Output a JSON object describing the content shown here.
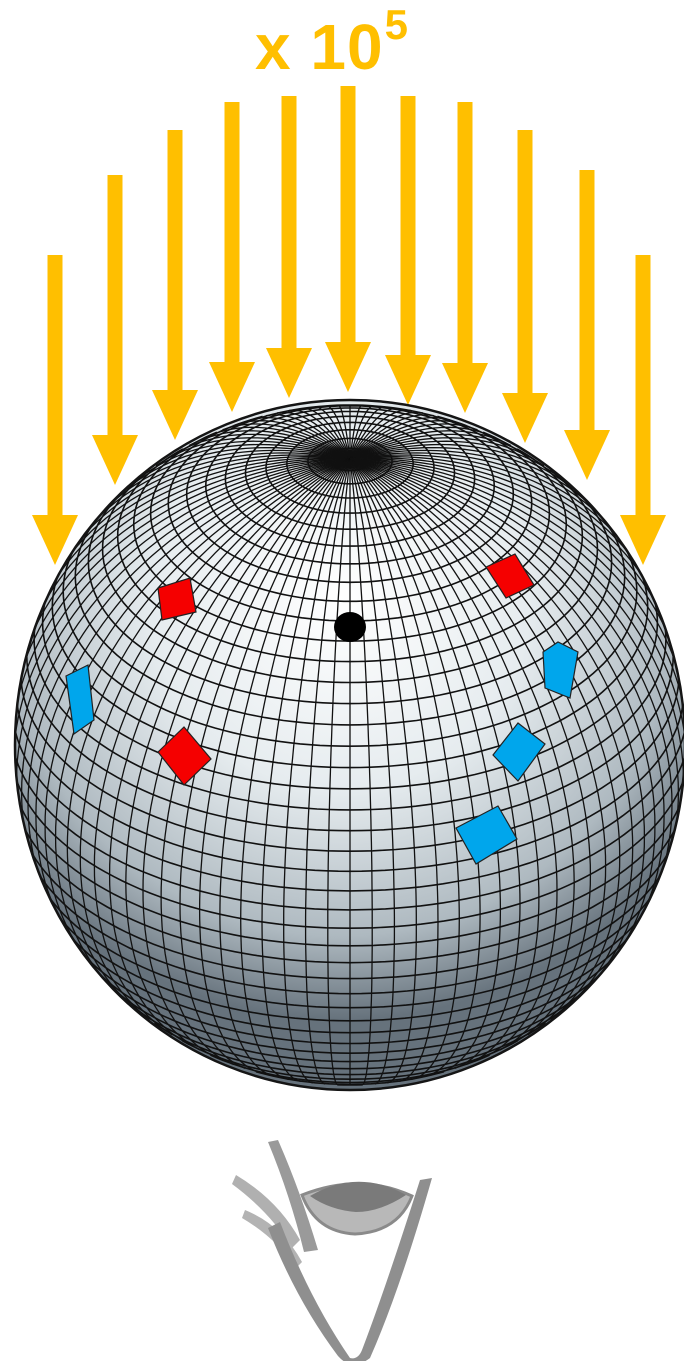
{
  "figure": {
    "multiplier": {
      "text": "x 10",
      "exponent": "5"
    },
    "arrow_count": 11,
    "marked_patches": {
      "red": 3,
      "blue": 4
    },
    "colors": {
      "arrow": "#FFBF00",
      "red_patch": "#F50000",
      "blue_patch": "#00A6EC",
      "grid_line": "#111111",
      "sphere_light": "#ffffff",
      "sphere_mid": "#d7e0e4",
      "sphere_dark": "#6b7781",
      "eye": "#8a8a8a"
    },
    "icons": {
      "observer": "eye-icon"
    }
  }
}
